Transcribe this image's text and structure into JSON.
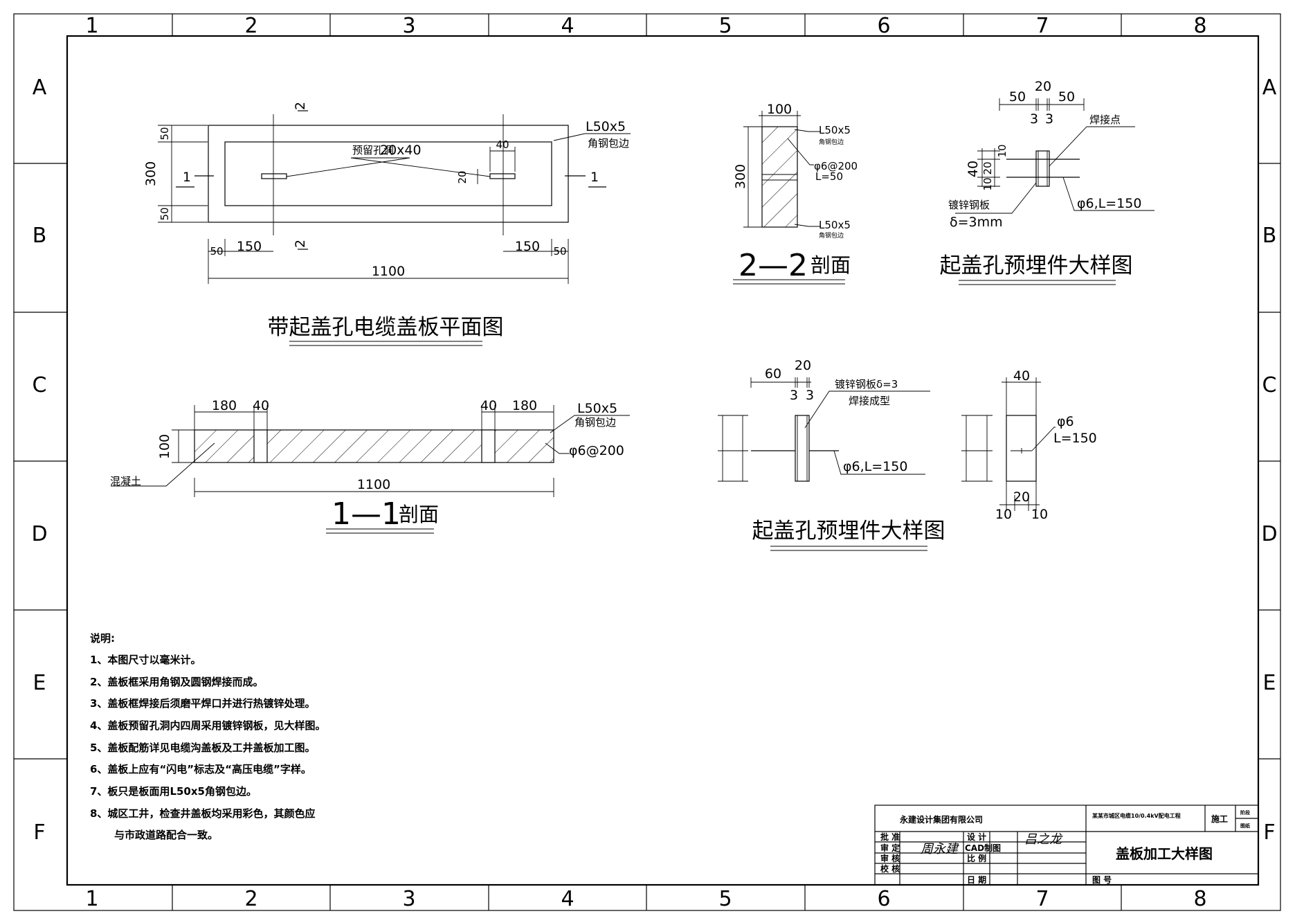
{
  "frame": {
    "cols": [
      "1",
      "2",
      "3",
      "4",
      "5",
      "6",
      "7",
      "8"
    ],
    "rows": [
      "A",
      "B",
      "C",
      "D",
      "E",
      "F"
    ]
  },
  "plan": {
    "title": "带起盖孔电缆盖板平面图",
    "section_mark": "2",
    "cut_mark": "1",
    "angle_label": "L50x5",
    "angle_note": "角钢包边",
    "hole_label_prefix": "预留孔洞",
    "hole_label_size": "20x40",
    "dim_40": "40",
    "dim_20": "20",
    "dim_300": "300",
    "dim_50_top": "50",
    "dim_50_bot": "50",
    "dim_50_left": "50",
    "dim_150_left": "150",
    "dim_150_right": "150",
    "dim_50_right": "50",
    "dim_1100": "1100"
  },
  "section22": {
    "title_num": "2—2",
    "title_text": "剖面",
    "dim_100": "100",
    "dim_300": "300",
    "label_top": "L50x5",
    "label_top_note": "角钢包边",
    "rebar": "φ6@200",
    "rebar_len": "L=50",
    "label_bot": "L50x5",
    "label_bot_note": "角钢包边"
  },
  "detail_top": {
    "title": "起盖孔预埋件大样图",
    "dim_50a": "50",
    "dim_20": "20",
    "dim_50b": "50",
    "dim_3a": "3",
    "dim_3b": "3",
    "weld_point": "焊接点",
    "dim_40": "40",
    "dim_10a": "10",
    "dim_20v": "20",
    "dim_10b": "10",
    "plate_label": "镀锌钢板",
    "plate_thk": "δ=3mm",
    "rod": "φ6,L=150"
  },
  "section11": {
    "title_num": "1—1",
    "title_text": "剖面",
    "dim_180_left": "180",
    "dim_40_left": "40",
    "dim_40_right": "40",
    "dim_180_right": "180",
    "angle_label": "L50x5",
    "angle_note": "角钢包边",
    "rebar": "φ6@200",
    "dim_100": "100",
    "concrete": "混凝土",
    "dim_1100": "1100"
  },
  "detail_mid": {
    "title": "起盖孔预埋件大样图",
    "dim_60": "60",
    "dim_20": "20",
    "dim_3a": "3",
    "dim_3b": "3",
    "plate_label": "镀锌钢板δ=3",
    "weld_note": "焊接成型",
    "rod": "φ6,L=150",
    "dim_40": "40",
    "rod2_a": "φ6",
    "rod2_b": "L=150",
    "dim_20b": "20",
    "dim_10a": "10",
    "dim_10b": "10"
  },
  "notes": {
    "heading": "说明:",
    "items": [
      "1、本图尺寸以毫米计。",
      "2、盖板框采用角钢及圆钢焊接而成。",
      "3、盖板框焊接后须磨平焊口并进行热镀锌处理。",
      "4、盖板预留孔洞内四周采用镀锌钢板，见大样图。",
      "5、盖板配筋详见电缆沟盖板及工井盖板加工图。",
      "6、盖板上应有“闪电”标志及“高压电缆”字样。",
      "7、板只是板面用L50x5角钢包边。",
      "8、城区工井，检查井盖板均采用彩色，其颜色应"
    ],
    "item8_cont": "与市政道路配合一致。"
  },
  "title_block": {
    "company": "永建设计集团有限公司",
    "project": "某某市城区电缆10/0.4kV配电工程",
    "stage": "施工",
    "stage_tag_a": "阶段",
    "stage_tag_b": "图纸",
    "approve": "批 准",
    "review": "审 定",
    "check": "审 核",
    "proof": "校 核",
    "design": "设 计",
    "cad": "CAD制图",
    "scale": "比 例",
    "date": "日 期",
    "drawing_title": "盖板加工大样图",
    "drawing_no": "图 号",
    "sig1": "周永建",
    "sig2": "吕之龙"
  }
}
